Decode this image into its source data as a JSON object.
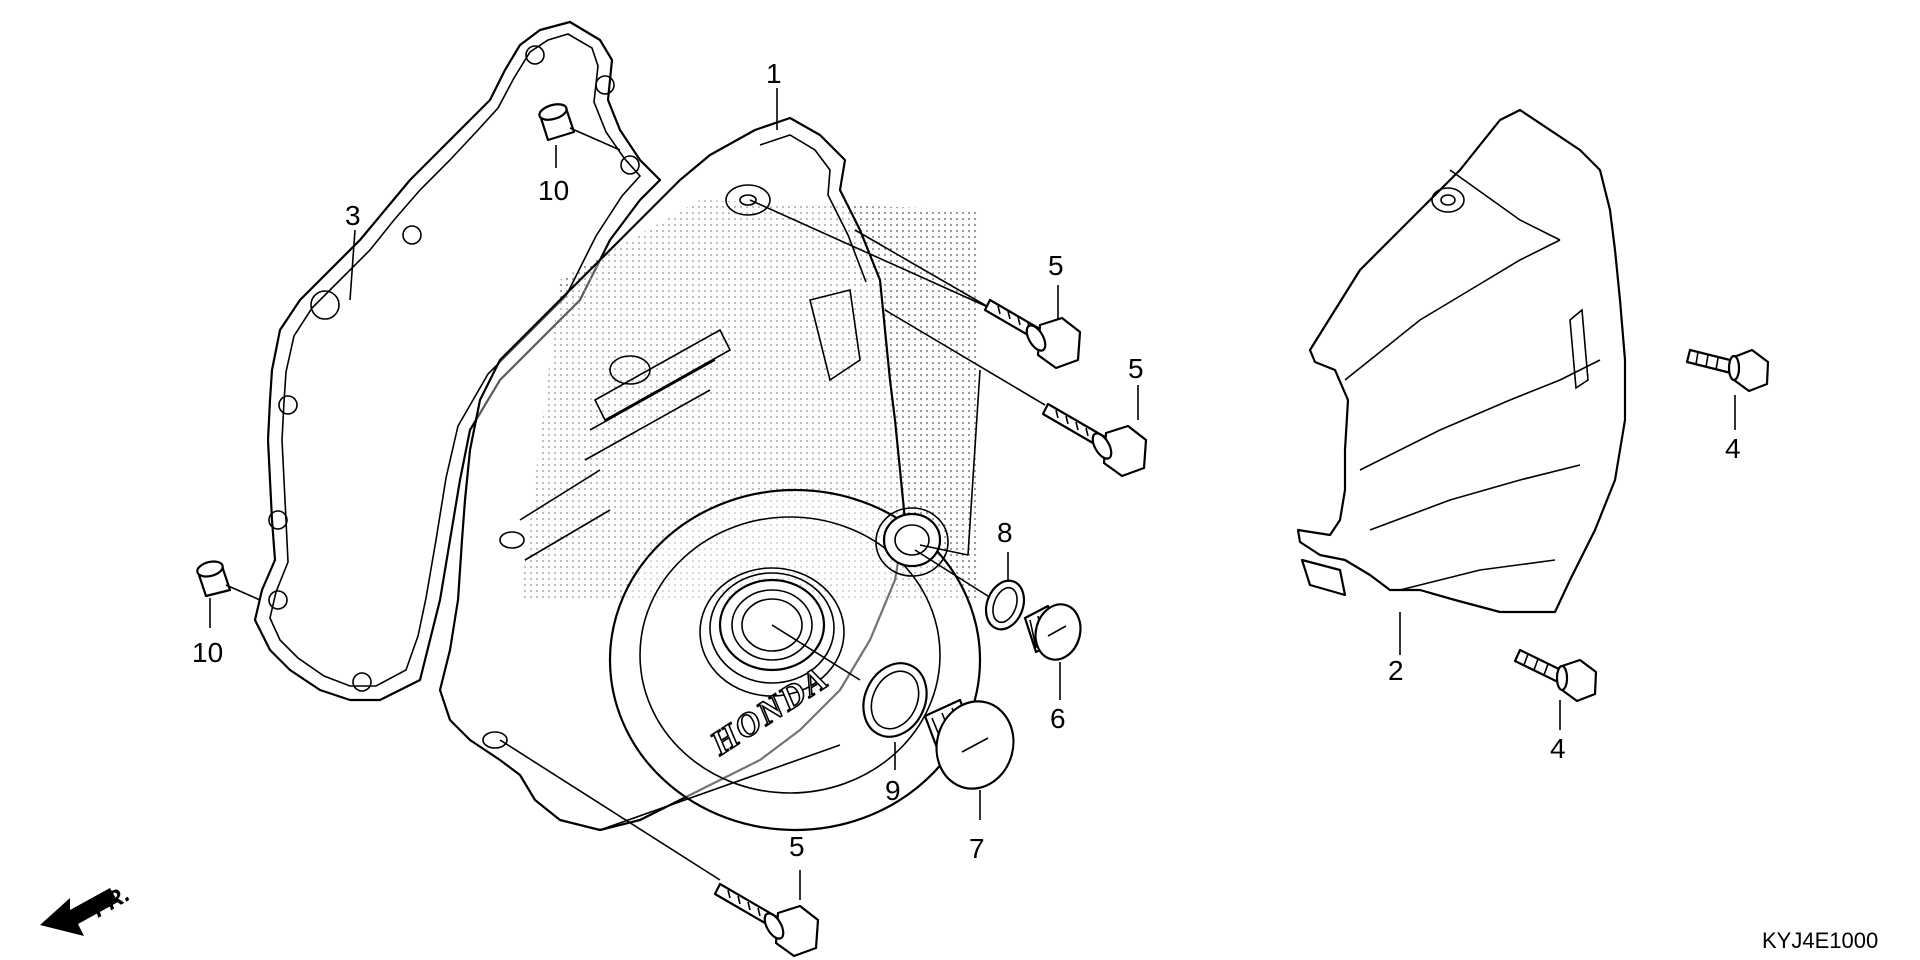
{
  "diagram": {
    "callouts": {
      "c1": "1",
      "c2": "2",
      "c3": "3",
      "c4a": "4",
      "c4b": "4",
      "c5a": "5",
      "c5b": "5",
      "c5c": "5",
      "c6": "6",
      "c7": "7",
      "c8": "8",
      "c9": "9",
      "c10a": "10",
      "c10b": "10"
    },
    "front_marker": "FR.",
    "cover_brand": "HONDA",
    "drawing_code": "KYJ4E1000"
  }
}
